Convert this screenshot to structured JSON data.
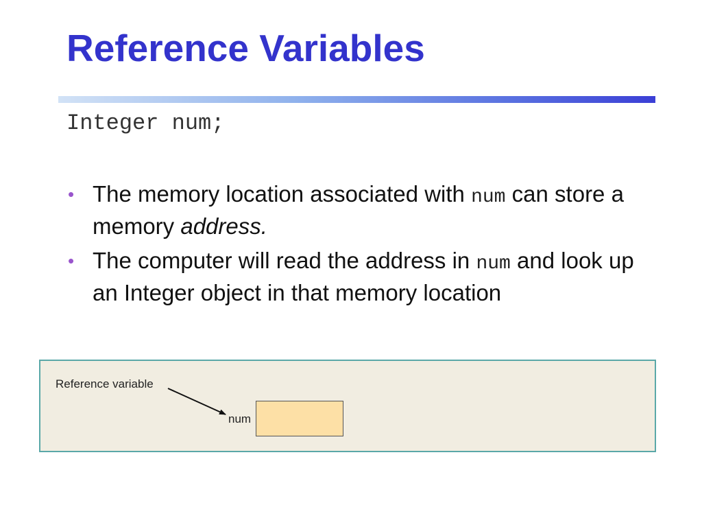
{
  "slide": {
    "title": "Reference Variables",
    "code_line": "Integer num;",
    "bullets": [
      {
        "text_before": "The memory location associated with ",
        "code": "num",
        "text_after": " can store a memory ",
        "emphasis": "address."
      },
      {
        "text_before": "The computer will read the address in ",
        "code": "num",
        "text_after": " and look up an Integer object in that memory location"
      }
    ]
  },
  "figure": {
    "label": "Reference variable",
    "variable_name": "num"
  },
  "colors": {
    "title": "#3333cc",
    "bullet": "#9955cc",
    "figure_background": "#f1ede1",
    "figure_border": "#5aa8a8",
    "memory_box": "#fde0a6"
  }
}
